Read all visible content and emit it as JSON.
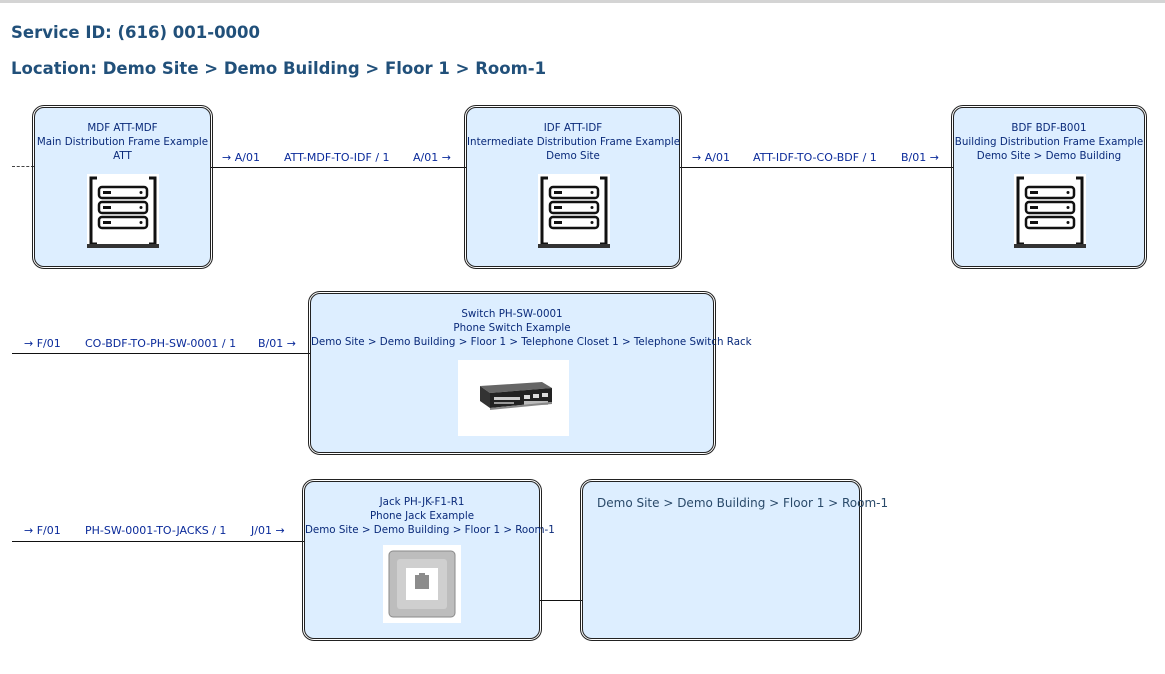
{
  "header": {
    "service_id": "Service ID: (616) 001-0000",
    "location": "Location: Demo Site > Demo Building > Floor 1 > Room-1"
  },
  "nodes": {
    "mdf": {
      "title": "MDF ATT-MDF",
      "description": "Main Distribution Frame Example",
      "location": "ATT",
      "icon": "server-rack-icon"
    },
    "idf": {
      "title": "IDF ATT-IDF",
      "description": "Intermediate Distribution Frame Example",
      "location": "Demo Site",
      "icon": "server-rack-icon"
    },
    "bdf": {
      "title": "BDF BDF-B001",
      "description": "Building Distribution Frame Example",
      "location": "Demo Site > Demo Building",
      "icon": "server-rack-icon"
    },
    "switch": {
      "title": "Switch PH-SW-0001",
      "description": "Phone Switch Example",
      "location": "Demo Site > Demo Building > Floor 1 > Telephone Closet 1 > Telephone Switch Rack",
      "icon": "phone-switch-icon"
    },
    "jack": {
      "title": "Jack PH-JK-F1-R1",
      "description": "Phone Jack Example",
      "location": "Demo Site > Demo Building > Floor 1 > Room-1",
      "icon": "phone-jack-icon"
    },
    "room": {
      "location": "Demo Site > Demo Building > Floor 1 > Room-1"
    }
  },
  "connections": [
    {
      "from_port": "→ A/01",
      "cable": "ATT-MDF-TO-IDF / 1",
      "to_port": "A/01 →"
    },
    {
      "from_port": "→ A/01",
      "cable": "ATT-IDF-TO-CO-BDF / 1",
      "to_port": "B/01 →"
    },
    {
      "from_port": "→ F/01",
      "cable": "CO-BDF-TO-PH-SW-0001 / 1",
      "to_port": "B/01 →"
    },
    {
      "from_port": "→ F/01",
      "cable": "PH-SW-0001-TO-JACKS / 1",
      "to_port": "J/01 →"
    }
  ],
  "colors": {
    "node_fill": "#ddeeff",
    "node_text": "#0a2a7a",
    "header_text": "#21507a",
    "link_text": "#0a2a9a"
  }
}
